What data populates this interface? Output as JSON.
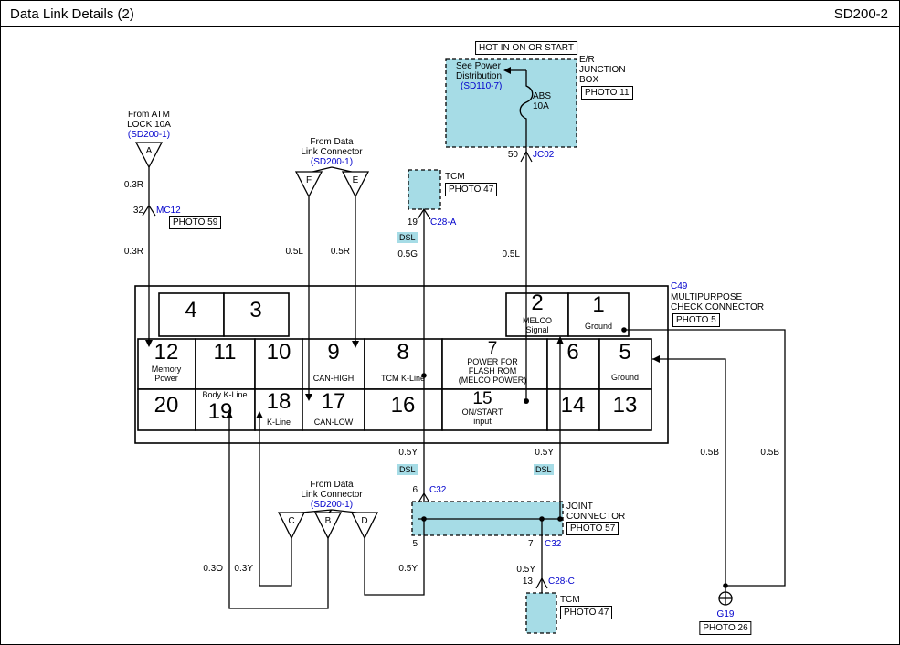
{
  "colors": {
    "cyan_fill": "#a6dce6",
    "link_blue": "#0000cc",
    "line": "#000000"
  },
  "header": {
    "title": "Data Link Details (2)",
    "code": "SD200-2"
  },
  "power": {
    "hot_label": "HOT IN ON OR START",
    "see_power": "See Power\nDistribution",
    "see_power_link": "(SD110-7)",
    "er_box_label": "E/R\nJUNCTION\nBOX",
    "er_photo": "PHOTO 11",
    "fuse": "ABS\n10A",
    "pin": "50",
    "connector": "JC02",
    "wire": "0.5L"
  },
  "atm": {
    "label": "From ATM\nLOCK 10A",
    "link": "(SD200-1)",
    "triangle": "A",
    "wire_upper": "0.3R",
    "pin": "32",
    "connector": "MC12",
    "photo": "PHOTO 59",
    "wire_lower": "0.3R"
  },
  "dlc_top": {
    "label": "From Data\nLink Connector",
    "link": "(SD200-1)",
    "triangle_f": "F",
    "triangle_e": "E",
    "wire_f": "0.5L",
    "wire_e": "0.5R"
  },
  "tcm_upper": {
    "name": "TCM",
    "photo": "PHOTO 47",
    "pin": "19",
    "connector": "C28-A",
    "dsl": "DSL",
    "wire": "0.5G"
  },
  "check_connector": {
    "code": "C49",
    "name": "MULTIPURPOSE\nCHECK CONNECTOR",
    "photo": "PHOTO 5",
    "top_row": [
      {
        "num": "4"
      },
      {
        "num": "3"
      },
      {
        "num": "2",
        "label": "MELCO\nSignal"
      },
      {
        "num": "1",
        "label": "Ground"
      }
    ],
    "middle_row": [
      {
        "num": "12",
        "label": "Memory\nPower"
      },
      {
        "num": "11"
      },
      {
        "num": "10"
      },
      {
        "num": "9",
        "label": "CAN-HIGH"
      },
      {
        "num": "8",
        "label": "TCM K-Line"
      },
      {
        "num": "7",
        "label": "POWER FOR\nFLASH ROM\n(MELCO POWER)"
      },
      {
        "num": "6"
      },
      {
        "num": "5",
        "label": "Ground"
      }
    ],
    "bottom_row": [
      {
        "num": "20"
      },
      {
        "num": "19",
        "label": "Body K-Line"
      },
      {
        "num": "18",
        "label": "K-Line"
      },
      {
        "num": "17",
        "label": "CAN-LOW"
      },
      {
        "num": "16"
      },
      {
        "num": "15",
        "label": "ON/START\ninput"
      },
      {
        "num": "14"
      },
      {
        "num": "13"
      }
    ]
  },
  "joint": {
    "wire_left": "0.5Y",
    "wire_right": "0.5Y",
    "dsl_left": "DSL",
    "dsl_right": "DSL",
    "pin_in": "6",
    "connector_in": "C32",
    "name": "JOINT\nCONNECTOR",
    "photo": "PHOTO 57",
    "pin_out_left": "5",
    "pin_out_right": "7",
    "connector_out": "C32",
    "wire_out_left": "0.5Y",
    "wire_out_right": "0.5Y"
  },
  "dlc_bottom": {
    "label": "From Data\nLink Connector",
    "link": "(SD200-1)",
    "triangle_c": "C",
    "triangle_b": "B",
    "triangle_d": "D",
    "wire_19": "0.3O",
    "wire_18": "0.3Y"
  },
  "tcm_lower": {
    "pin": "13",
    "connector": "C28-C",
    "name": "TCM",
    "photo": "PHOTO 47"
  },
  "ground": {
    "wire_left": "0.5B",
    "wire_right": "0.5B",
    "code": "G19",
    "photo": "PHOTO 26"
  }
}
